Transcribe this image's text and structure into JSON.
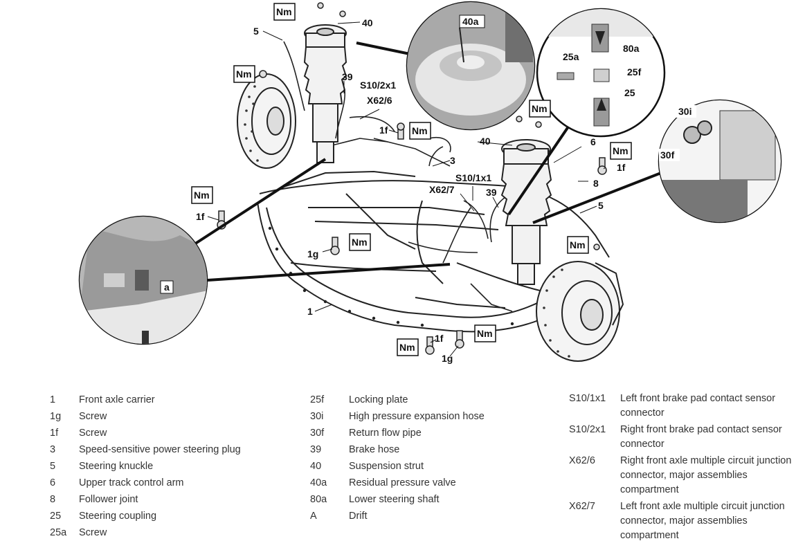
{
  "diagram": {
    "callouts": {
      "c1": "1",
      "c1g_left": "1g",
      "c1g_bottom": "1g",
      "c1f_left": "1f",
      "c1f_center": "1f",
      "c1f_right": "1f",
      "c1f_bottom": "1f",
      "c3": "3",
      "c5_top": "5",
      "c5_right": "5",
      "c6": "6",
      "c8": "8",
      "c25": "25",
      "c25a": "25a",
      "c25f": "25f",
      "c30i": "30i",
      "c30f": "30f",
      "c39_top": "39",
      "c39_center": "39",
      "c40_top": "40",
      "c40_center": "40",
      "c40a": "40a",
      "c80a": "80a",
      "cS10_2x1": "S10/2x1",
      "cX62_6": "X62/6",
      "cS10_1x1": "S10/1x1",
      "cX62_7": "X62/7",
      "ca": "a"
    },
    "torque_label": "Nm"
  },
  "legend": {
    "col1": [
      {
        "key": "1",
        "text": "Front axle carrier"
      },
      {
        "key": "1g",
        "text": "Screw"
      },
      {
        "key": "1f",
        "text": "Screw"
      },
      {
        "key": "3",
        "text": "Speed-sensitive power steering plug"
      },
      {
        "key": "5",
        "text": "Steering knuckle"
      },
      {
        "key": "6",
        "text": "Upper track control arm"
      },
      {
        "key": "8",
        "text": "Follower joint"
      },
      {
        "key": "25",
        "text": "Steering coupling"
      },
      {
        "key": "25a",
        "text": "Screw"
      }
    ],
    "col2": [
      {
        "key": "25f",
        "text": "Locking plate"
      },
      {
        "key": "30i",
        "text": "High pressure expansion hose"
      },
      {
        "key": "30f",
        "text": "Return flow pipe"
      },
      {
        "key": "39",
        "text": "Brake hose"
      },
      {
        "key": "40",
        "text": "Suspension strut"
      },
      {
        "key": "40a",
        "text": "Residual pressure valve"
      },
      {
        "key": "80a",
        "text": "Lower steering shaft"
      },
      {
        "key": "A",
        "text": "Drift"
      }
    ],
    "col3": [
      {
        "key": "S10/1x1",
        "text": "Left front brake pad contact sensor connector"
      },
      {
        "key": "S10/2x1",
        "text": "Right front brake pad contact sensor connector"
      },
      {
        "key": "X62/6",
        "text": "Right front axle multiple circuit junction connector, major assemblies compartment"
      },
      {
        "key": "X62/7",
        "text": "Left front axle multiple circuit junction connector, major assemblies compartment"
      }
    ]
  }
}
